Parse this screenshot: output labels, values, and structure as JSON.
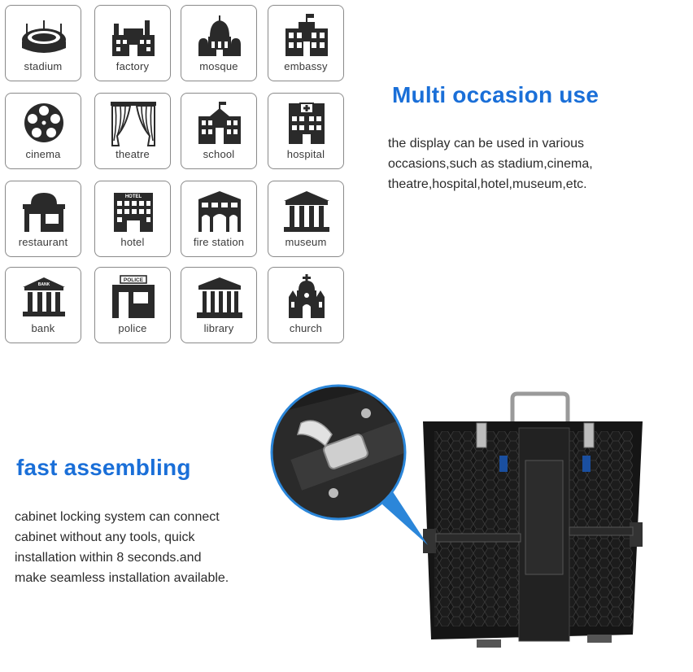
{
  "occasions": [
    {
      "label": "stadium",
      "icon": "stadium-icon"
    },
    {
      "label": "factory",
      "icon": "factory-icon"
    },
    {
      "label": "mosque",
      "icon": "mosque-icon"
    },
    {
      "label": "embassy",
      "icon": "embassy-icon"
    },
    {
      "label": "cinema",
      "icon": "film-reel-icon"
    },
    {
      "label": "theatre",
      "icon": "curtain-icon"
    },
    {
      "label": "school",
      "icon": "school-icon"
    },
    {
      "label": "hospital",
      "icon": "hospital-icon"
    },
    {
      "label": "restaurant",
      "icon": "restaurant-icon"
    },
    {
      "label": "hotel",
      "icon": "hotel-icon"
    },
    {
      "label": "fire station",
      "icon": "fire-station-icon"
    },
    {
      "label": "museum",
      "icon": "museum-icon"
    },
    {
      "label": "bank",
      "icon": "bank-icon"
    },
    {
      "label": "police",
      "icon": "police-icon"
    },
    {
      "label": "library",
      "icon": "library-icon"
    },
    {
      "label": "church",
      "icon": "church-icon"
    }
  ],
  "icon_text": {
    "police_sign": "POLICE",
    "bank_sign": "BANK",
    "hotel_sign": "HOTEL"
  },
  "multi": {
    "title": "Multi occasion use",
    "lines": [
      "the display can be used in various",
      "occasions,such as stadium,cinema,",
      "theatre,hospital,hotel,museum,etc."
    ]
  },
  "fast": {
    "title": "fast assembling",
    "lines": [
      "cabinet locking system can connect",
      "cabinet without any tools, quick",
      "installation within 8 seconds.and",
      "make seamless installation available."
    ]
  },
  "colors": {
    "accent_blue": "#1a6fd8",
    "icon_dark": "#2a2a2a",
    "tile_border": "#8a8a8a"
  }
}
